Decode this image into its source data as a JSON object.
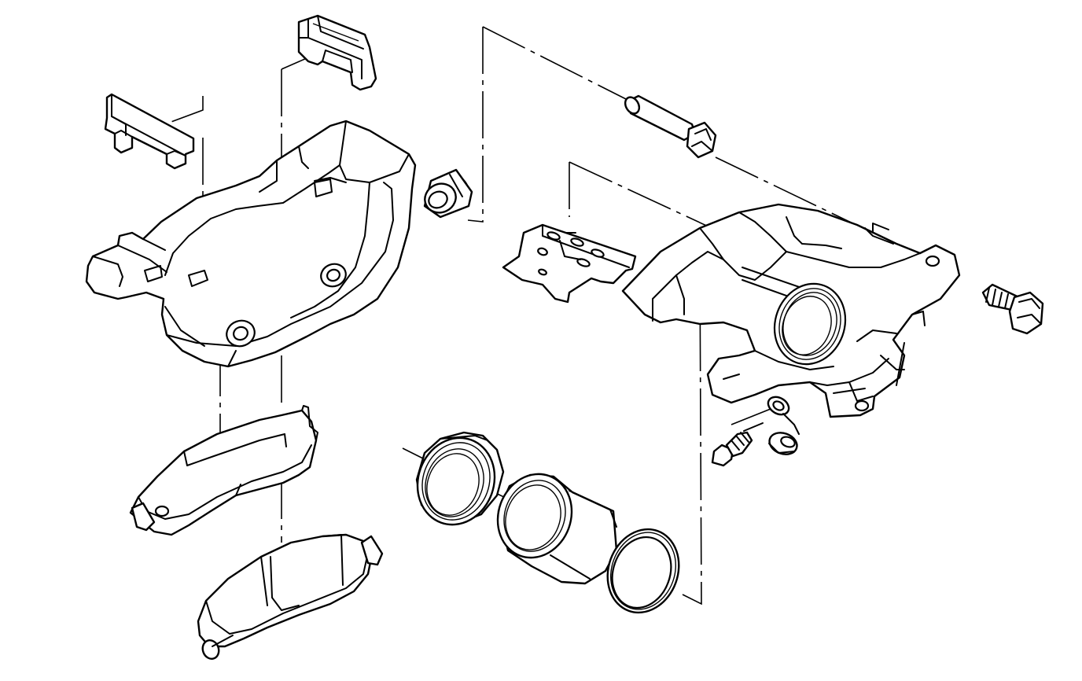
{
  "diagram": {
    "kind": "exploded view",
    "colors": {
      "line": "#000000",
      "background": "#ffffff"
    },
    "parts": [
      "anti-rattle-clip-left",
      "anti-rattle-clip-top",
      "caliper-mounting-bracket",
      "pin-boot-small",
      "caliper-guide-pin",
      "pad-shim-plate",
      "caliper-housing",
      "caliper-mounting-bolt",
      "bleeder-screw",
      "bleeder-cap",
      "inner-brake-pad",
      "outer-brake-pad",
      "piston-dust-boot",
      "caliper-piston",
      "piston-seal"
    ]
  }
}
